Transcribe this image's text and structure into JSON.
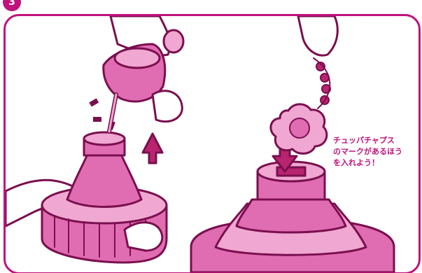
{
  "header": {
    "step_number": "3",
    "text": ""
  },
  "caption": {
    "lines": [
      "チュッパチャプス",
      "のマークがあるほう",
      "を入れよう！"
    ]
  },
  "colors": {
    "accent": "#c0127c",
    "part_fill": "#e06cb1",
    "part_light": "#f0a7d2",
    "part_dark": "#b8246f",
    "outline": "#7a0f4e"
  },
  "icons": [
    "arrow-up-icon",
    "arrow-down-icon",
    "motion-lines-icon"
  ]
}
